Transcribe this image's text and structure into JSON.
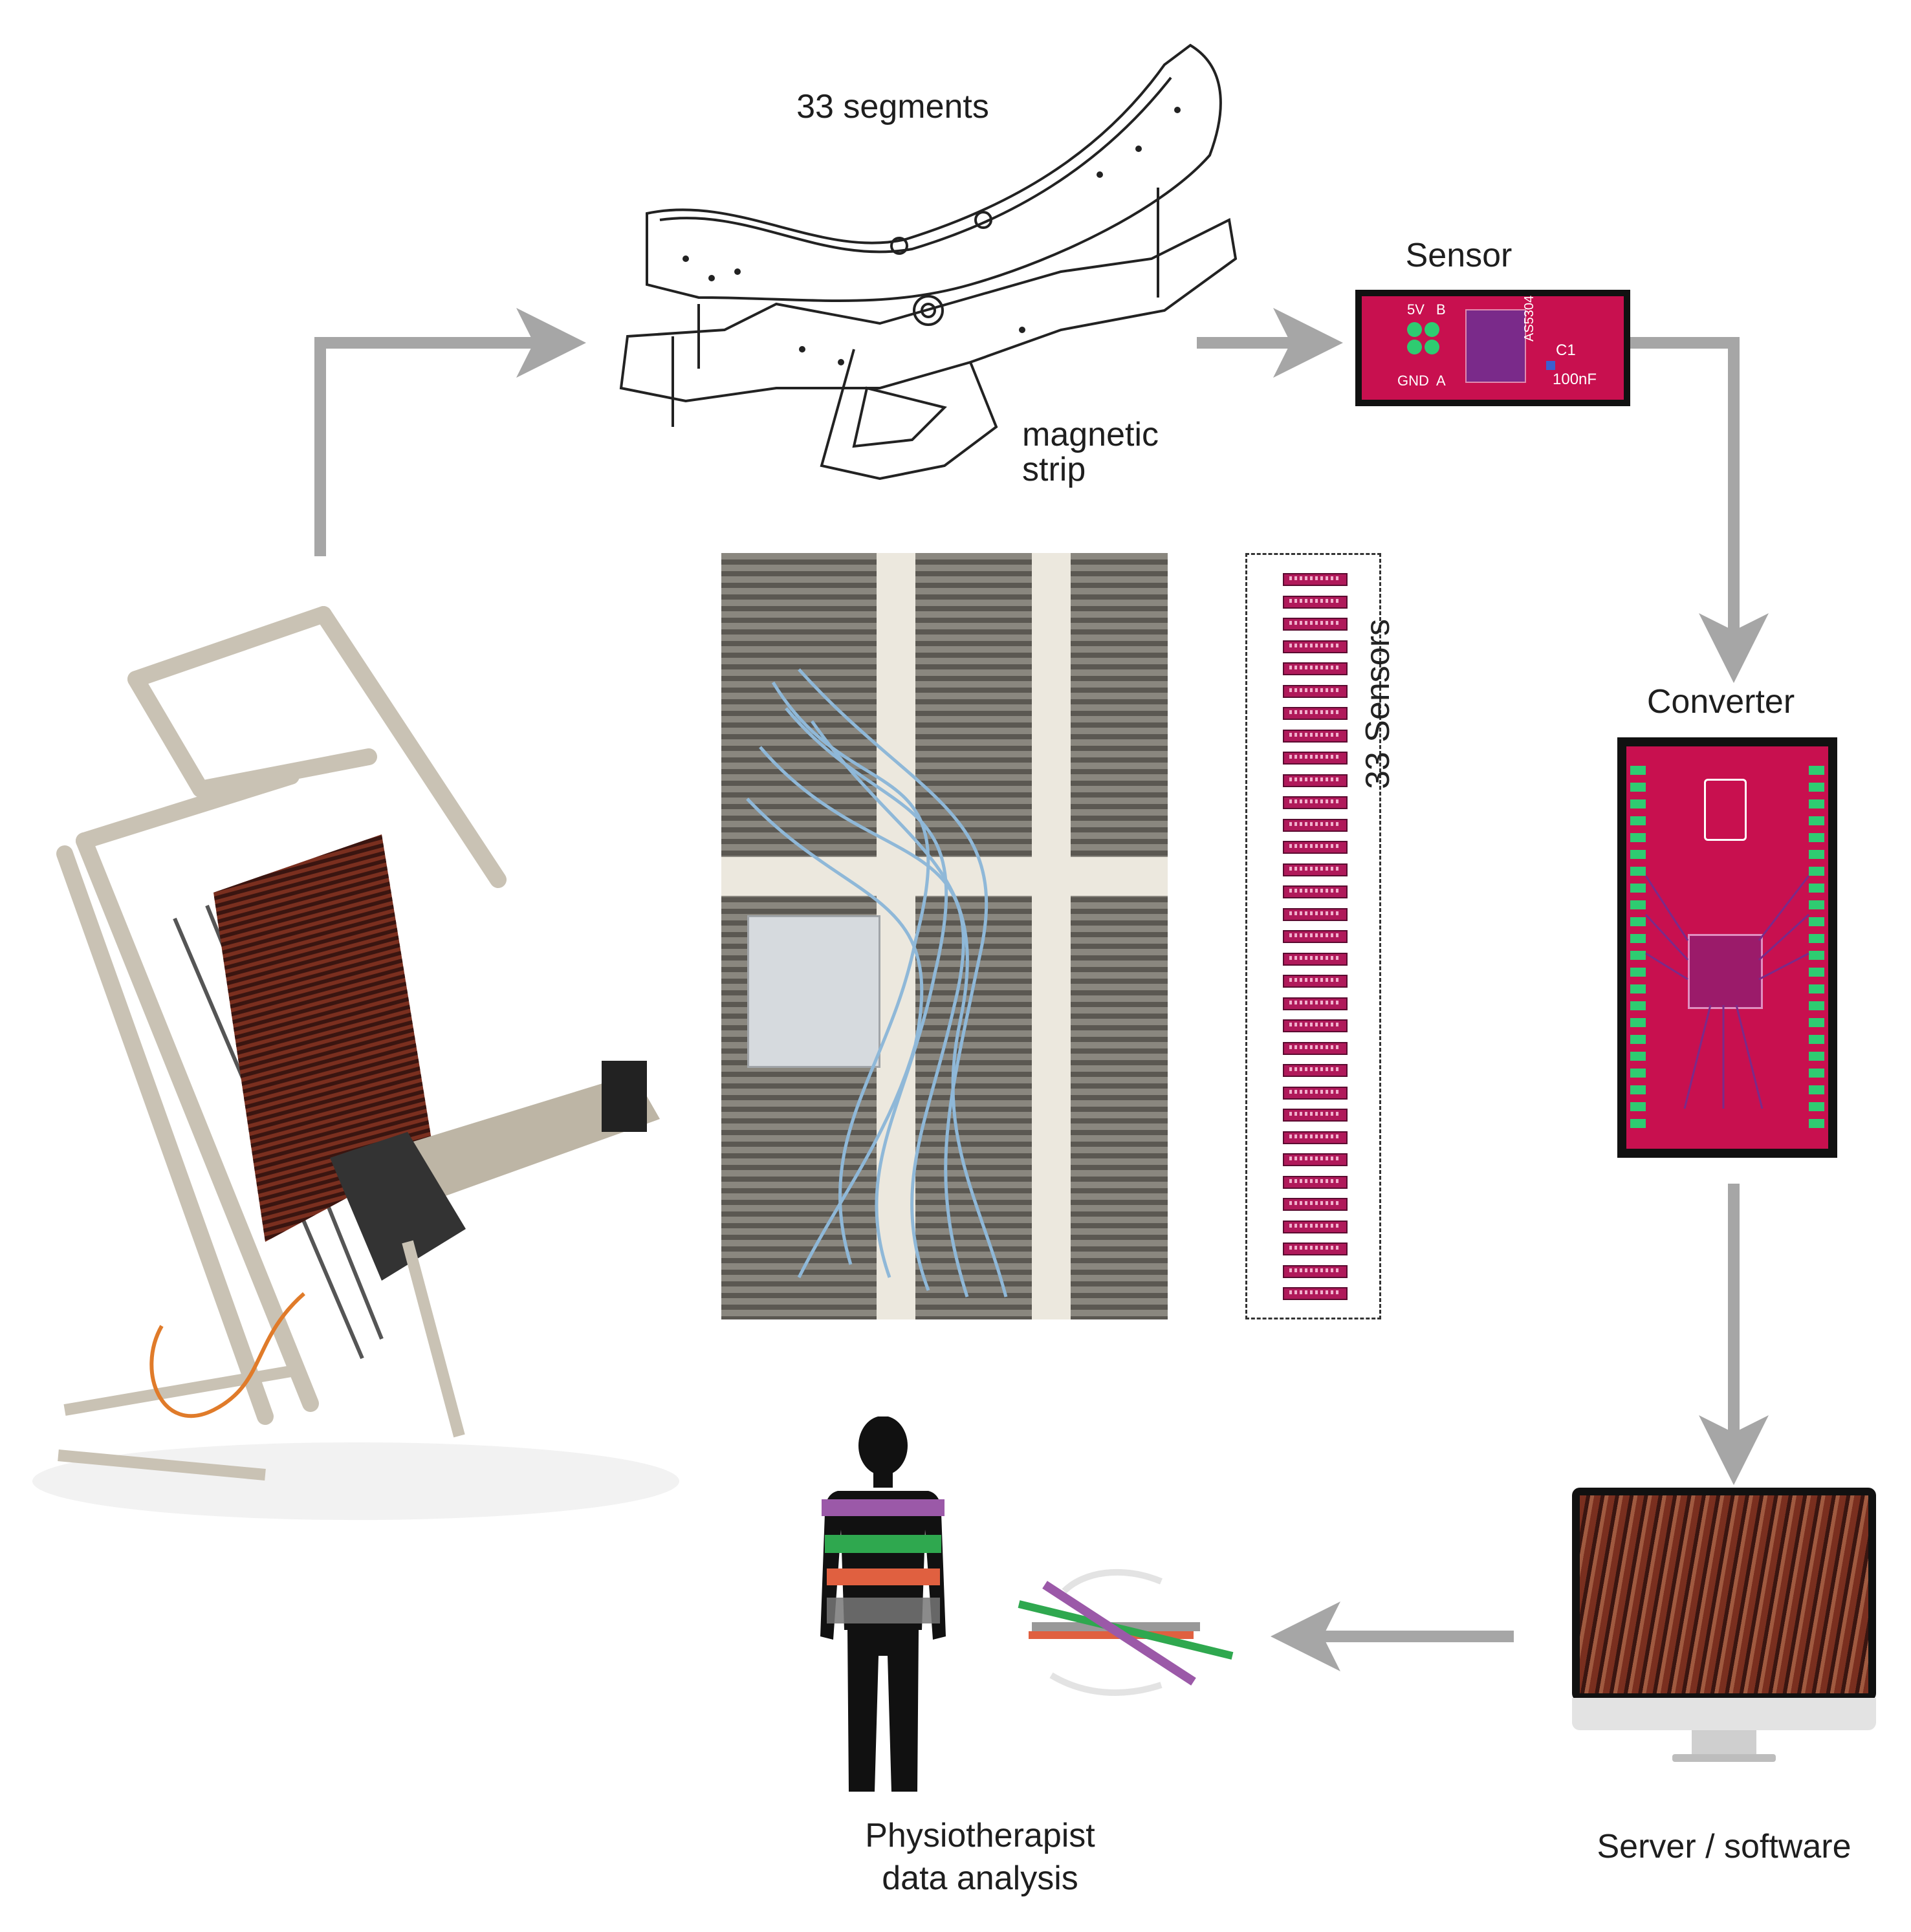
{
  "labels": {
    "segments": "33 segments",
    "magnetic_strip_line1": "magnetic",
    "magnetic_strip_line2": "strip",
    "sensor": "Sensor",
    "converter": "Converter",
    "sensors_count": "33 Sensors",
    "server": "Server / software",
    "physio_line1": "Physiotherapist",
    "physio_line2": "data analysis"
  },
  "sensor_pcb": {
    "pin_5v": "5V",
    "pin_b": "B",
    "pin_gnd": "GND",
    "pin_a": "A",
    "chip": "AS5304",
    "cap_name": "C1",
    "cap_value": "100nF"
  },
  "colors": {
    "arrow": "#a6a6a6",
    "pcb": "#c8104f",
    "pcb_dark": "#111111",
    "band_purple": "#9b59a8",
    "band_green": "#2fa84f",
    "band_orange": "#e06040",
    "band_gray": "#777777"
  },
  "sensor_strip": {
    "count": 33
  }
}
